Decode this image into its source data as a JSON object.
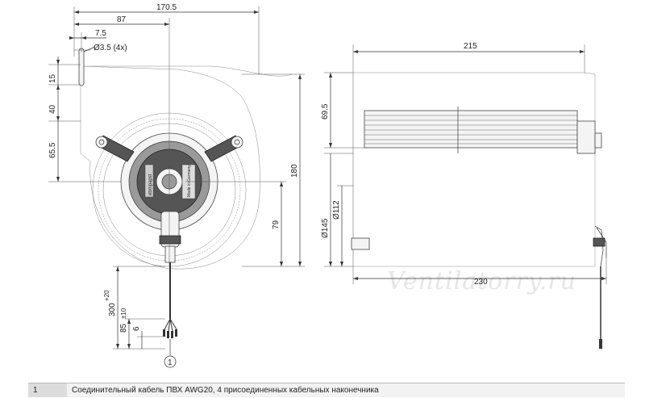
{
  "dimensions": {
    "width_total": "170.5",
    "width_87": "87",
    "width_7_5": "7.5",
    "hole": "Ø3.5 (4x)",
    "v_15": "15",
    "v_40": "40",
    "v_65_5": "65.5",
    "h_180": "180",
    "h_79": "79",
    "cable_300": "300",
    "cable_300_tol": "+20",
    "cable_85": "85",
    "cable_85_tol": "±10",
    "cable_6": "6",
    "side_215": "215",
    "side_69_5": "69.5",
    "side_d145": "Ø145",
    "side_d112": "Ø112",
    "side_230": "230"
  },
  "callout": "1",
  "watermark": "Ventilatorry.ru",
  "legend": {
    "number": "1",
    "text": "Соединительный кабель ПВХ AWG20, 4 присоединенных кабельных наконечника"
  },
  "label_text": {
    "brand": "ebmpapst",
    "plate": "Made in Germany"
  }
}
